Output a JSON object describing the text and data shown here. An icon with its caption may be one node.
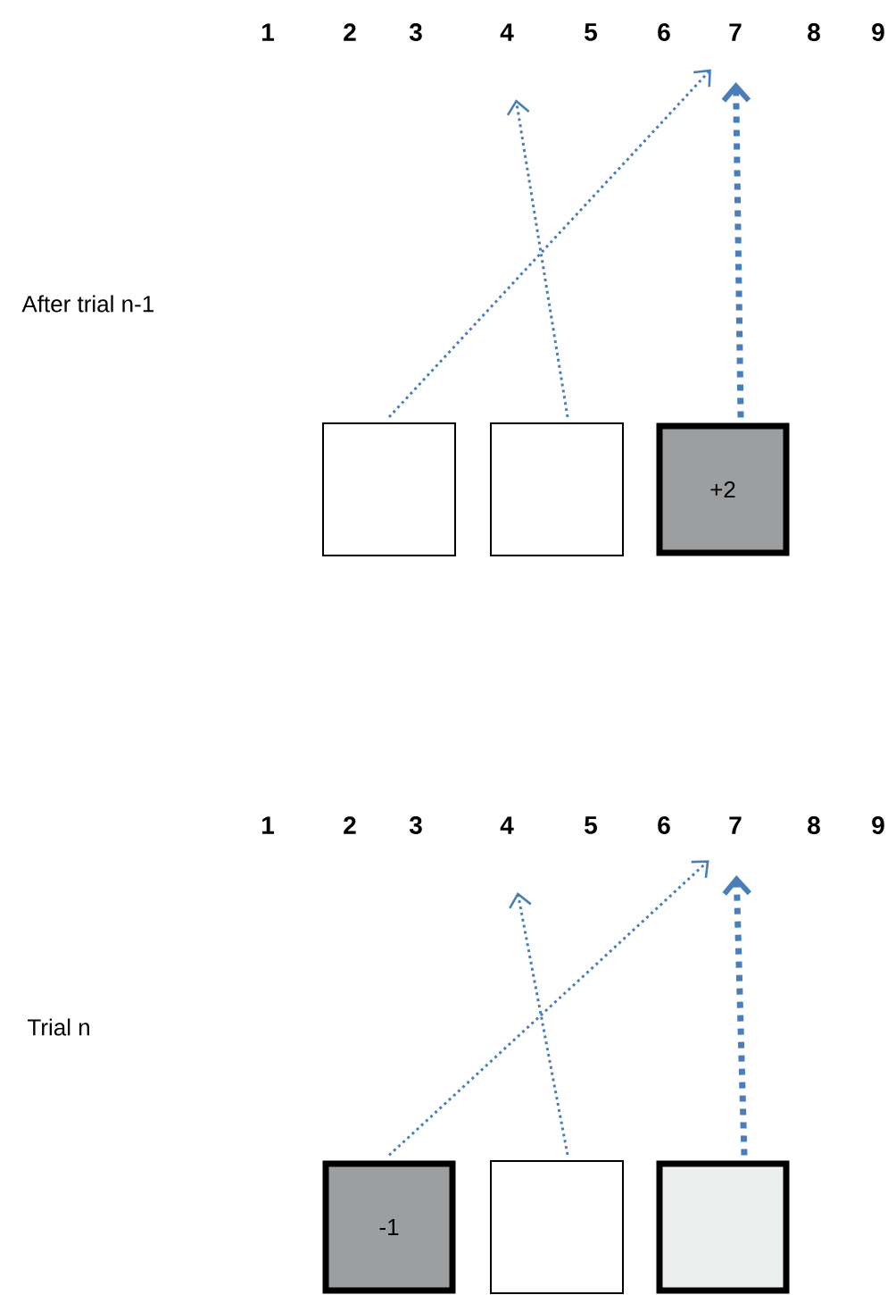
{
  "diagram": {
    "nodes": [
      {
        "text": [
          "1"
        ]
      },
      {
        "text": [
          "2"
        ]
      },
      {
        "text": [
          "3"
        ]
      },
      {
        "text": [
          "4"
        ]
      },
      {
        "text": [
          "5"
        ]
      },
      {
        "text": [
          "6"
        ]
      },
      {
        "text": [
          "7"
        ]
      },
      {
        "text": [
          "8"
        ]
      },
      {
        "text": [
          "9"
        ]
      },
      {
        "text": [],
        "shape": "box"
      },
      {
        "text": [],
        "shape": "box"
      },
      {
        "text": [
          "+2"
        ]
      },
      {
        "text": [
          "1"
        ]
      },
      {
        "text": [
          "2"
        ]
      },
      {
        "text": [
          "3"
        ]
      },
      {
        "text": [
          "4"
        ]
      },
      {
        "text": [
          "5"
        ]
      },
      {
        "text": [
          "6"
        ]
      },
      {
        "text": [
          "7"
        ]
      },
      {
        "text": [
          "8"
        ]
      },
      {
        "text": [
          "9"
        ]
      },
      {
        "text": [
          "-1"
        ]
      },
      {
        "text": [],
        "shape": "box"
      },
      {
        "text": [],
        "shape": "box"
      }
    ],
    "edges": [
      {
        "from": 9,
        "to": 6,
        "arrow": "to"
      },
      {
        "from": 10,
        "to": 3,
        "arrow": "to"
      },
      {
        "from": 11,
        "to": 6,
        "arrow": "to",
        "style": "dashed"
      },
      {
        "from": 21,
        "to": 18,
        "arrow": "to"
      },
      {
        "from": 22,
        "to": 15,
        "arrow": "to"
      },
      {
        "from": 23,
        "to": 18,
        "arrow": "to",
        "style": "dashed"
      }
    ],
    "labels": [
      "After trial n-1",
      "Trial n"
    ]
  }
}
